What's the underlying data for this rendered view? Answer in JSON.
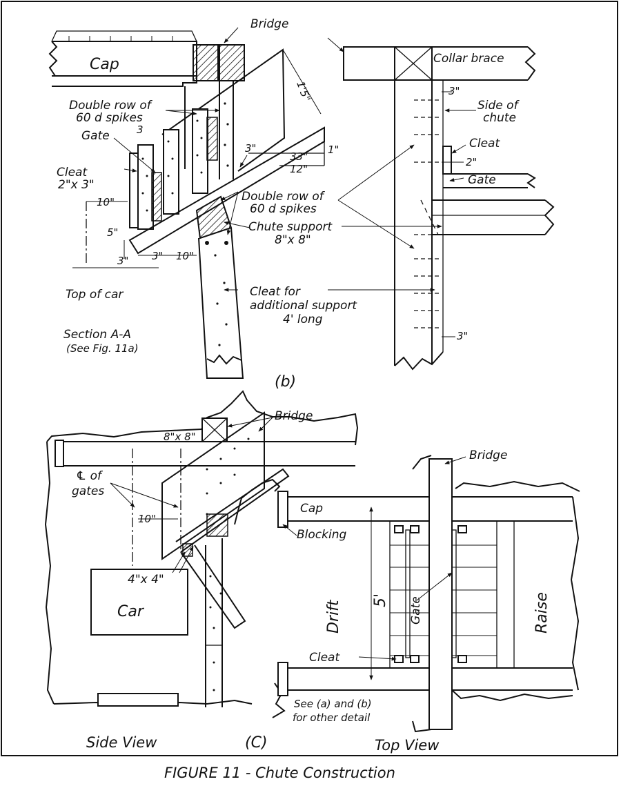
{
  "figure": {
    "caption": "FIGURE 11 - Chute Construction",
    "panel_b_label": "(b)",
    "panel_c_label": "(C)"
  },
  "section_aa": {
    "title": "Section A-A",
    "subtitle": "(See Fig. 11a)",
    "labels": {
      "bridge": "Bridge",
      "cap": "Cap",
      "double_row_spikes_1a": "Double row of",
      "double_row_spikes_1b": "60 d spikes",
      "gate": "Gate",
      "cleat_a": "Cleat",
      "cleat_b": "2\"x 3\"",
      "double_row_spikes_2a": "Double row of",
      "double_row_spikes_2b": "60 d spikes",
      "chute_support_a": "Chute support",
      "chute_support_b": "8\"x 8\"",
      "top_of_car": "Top of car",
      "cleat_support_a": "Cleat for",
      "cleat_support_b": "additional support",
      "cleat_support_c": "4' long"
    },
    "dimensions": {
      "d_1_5": "1'5\"",
      "d_3_top": "3",
      "d_3_mid": "3\"",
      "d_33": "33\"",
      "d_12": "12\"",
      "d_1": "1\"",
      "d_10_left": "10\"",
      "d_5": "5\"",
      "d_3_bot": "3\"",
      "d_3_bot2": "3\"",
      "d_10_bot": "10\""
    }
  },
  "front_view_b": {
    "labels": {
      "collar_brace": "Collar brace",
      "side_of_chute_a": "Side of",
      "side_of_chute_b": "chute",
      "cleat": "Cleat",
      "gate": "Gate"
    },
    "dimensions": {
      "d_3_top": "3\"",
      "d_2": "2\"",
      "d_3_bot": "3\""
    }
  },
  "side_view_c": {
    "title": "Side View",
    "labels": {
      "bridge": "Bridge",
      "size_8x8": "8\"x 8\"",
      "cl_gates_a": "℄ of",
      "cl_gates_b": "gates",
      "d_10": "10\"",
      "size_4x4": "4\"x 4\"",
      "car": "Car"
    }
  },
  "top_view_c": {
    "title": "Top View",
    "labels": {
      "bridge": "Bridge",
      "cap": "Cap",
      "blocking": "Blocking",
      "drift": "Drift",
      "raise": "Raise",
      "gate": "Gate",
      "cleat": "Cleat",
      "d_5": "5'",
      "note_a": "See (a) and (b)",
      "note_b": "for other detail"
    }
  }
}
